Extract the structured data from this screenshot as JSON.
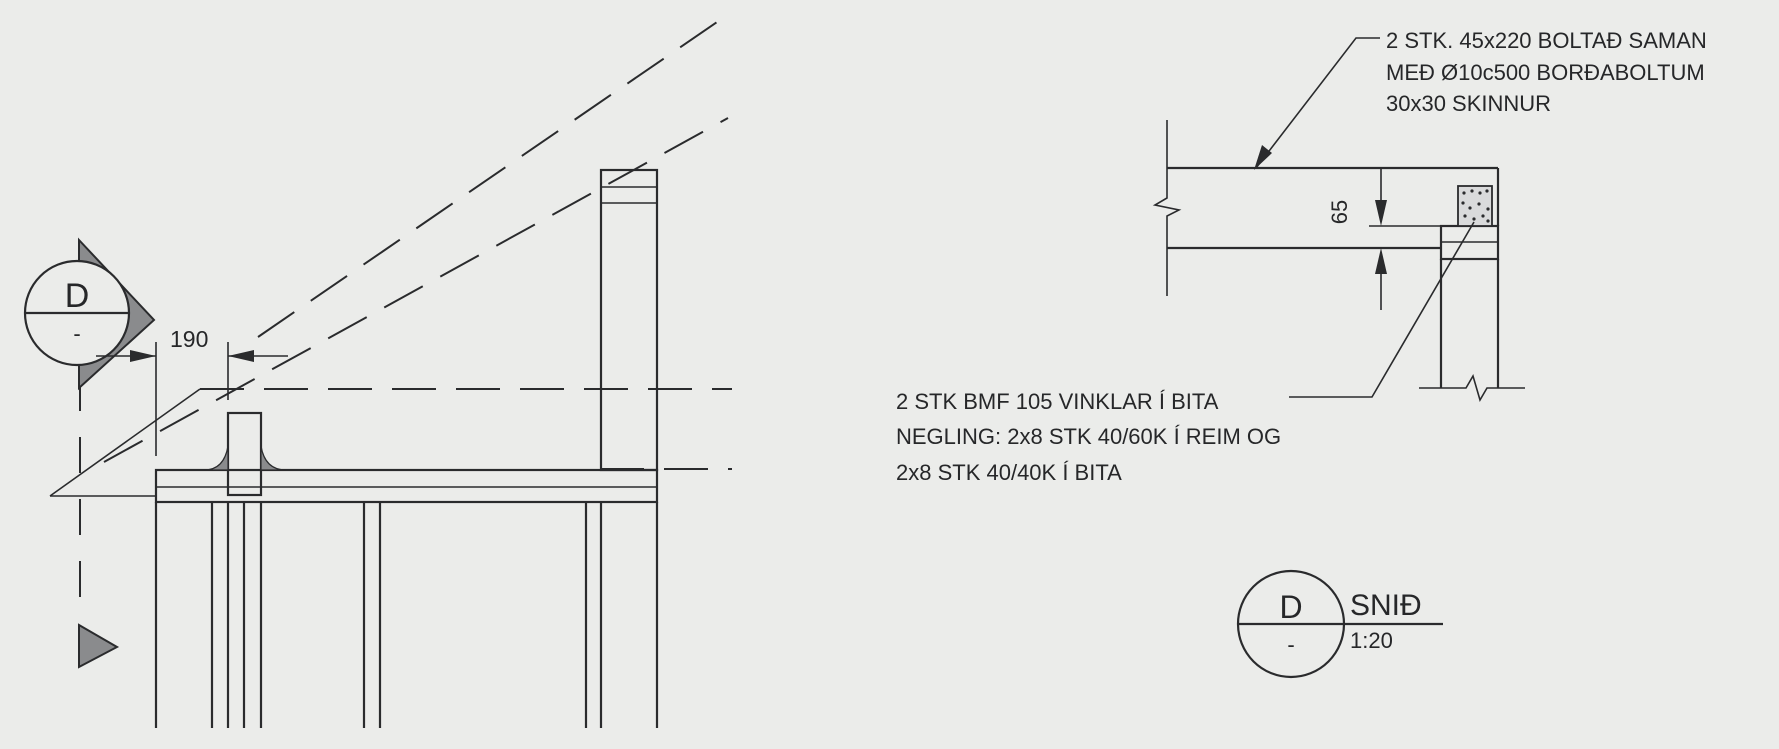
{
  "left_detail": {
    "section_marker": {
      "letter": "D",
      "sheet": "-"
    },
    "dimension": "190"
  },
  "section_detail": {
    "note_top": [
      "2 STK. 45x220 BOLTAÐ SAMAN",
      "MEÐ Ø10c500 BORÐABOLTUM",
      "30x30 SKINNUR"
    ],
    "dimension": "65",
    "note_bottom": [
      "2 STK BMF 105 VINKLAR Í BITA",
      "NEGLING: 2x8 STK 40/60K Í REIM OG",
      "2x8 STK 40/40K Í BITA"
    ]
  },
  "title_block": {
    "letter": "D",
    "sheet": "-",
    "title": "SNIÐ",
    "scale": "1:20"
  }
}
